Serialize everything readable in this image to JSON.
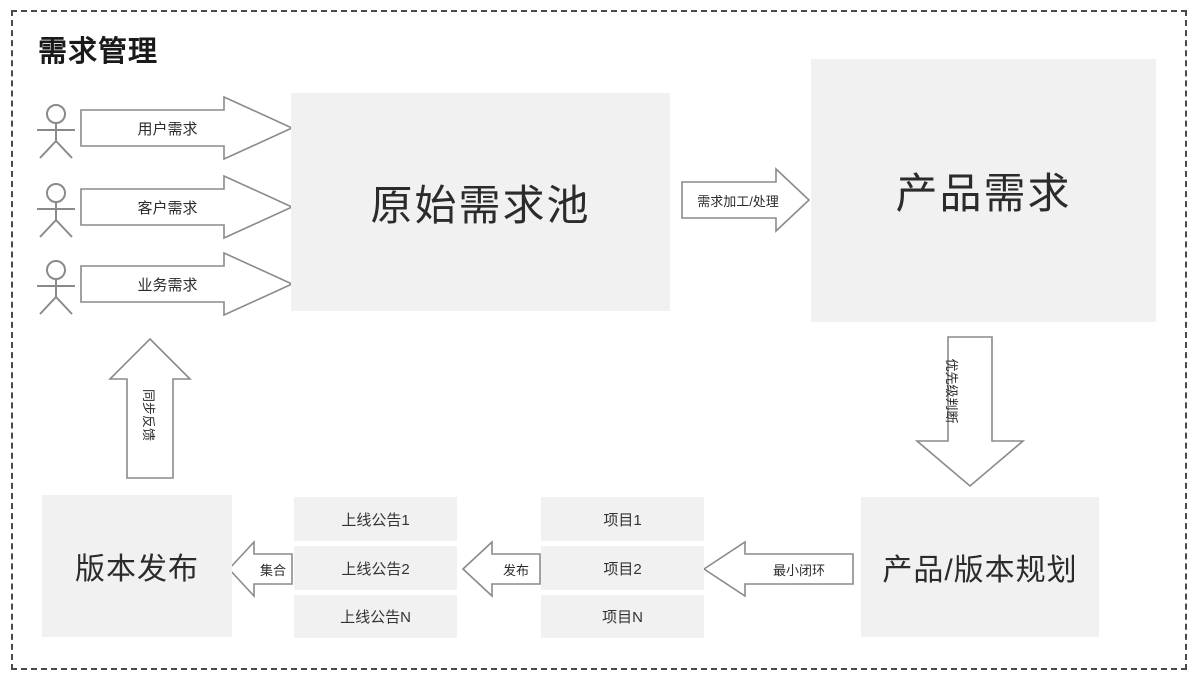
{
  "diagram": {
    "title": "需求管理",
    "frame": {
      "style": "dashed"
    },
    "actors": [
      {
        "name": "actor-user"
      },
      {
        "name": "actor-customer"
      },
      {
        "name": "actor-business"
      }
    ],
    "input_arrows": [
      {
        "label": "用户需求"
      },
      {
        "label": "客户需求"
      },
      {
        "label": "业务需求"
      }
    ],
    "nodes": {
      "raw_pool": "原始需求池",
      "product_requirement": "产品需求",
      "product_version_plan": "产品/版本规划",
      "version_release": "版本发布"
    },
    "flow_arrows": {
      "process": "需求加工/处理",
      "priority": "优先级判断",
      "min_loop": "最小闭环",
      "publish": "发布",
      "collect": "集合",
      "sync_feedback": "同步反馈"
    },
    "project_list": [
      "项目1",
      "项目2",
      "项目N"
    ],
    "announcement_list": [
      "上线公告1",
      "上线公告2",
      "上线公告N"
    ],
    "colors": {
      "box_fill": "#f1f1f1",
      "stroke": "#8a8a8a",
      "frame": "#4a4a4a",
      "text": "#262626"
    }
  }
}
